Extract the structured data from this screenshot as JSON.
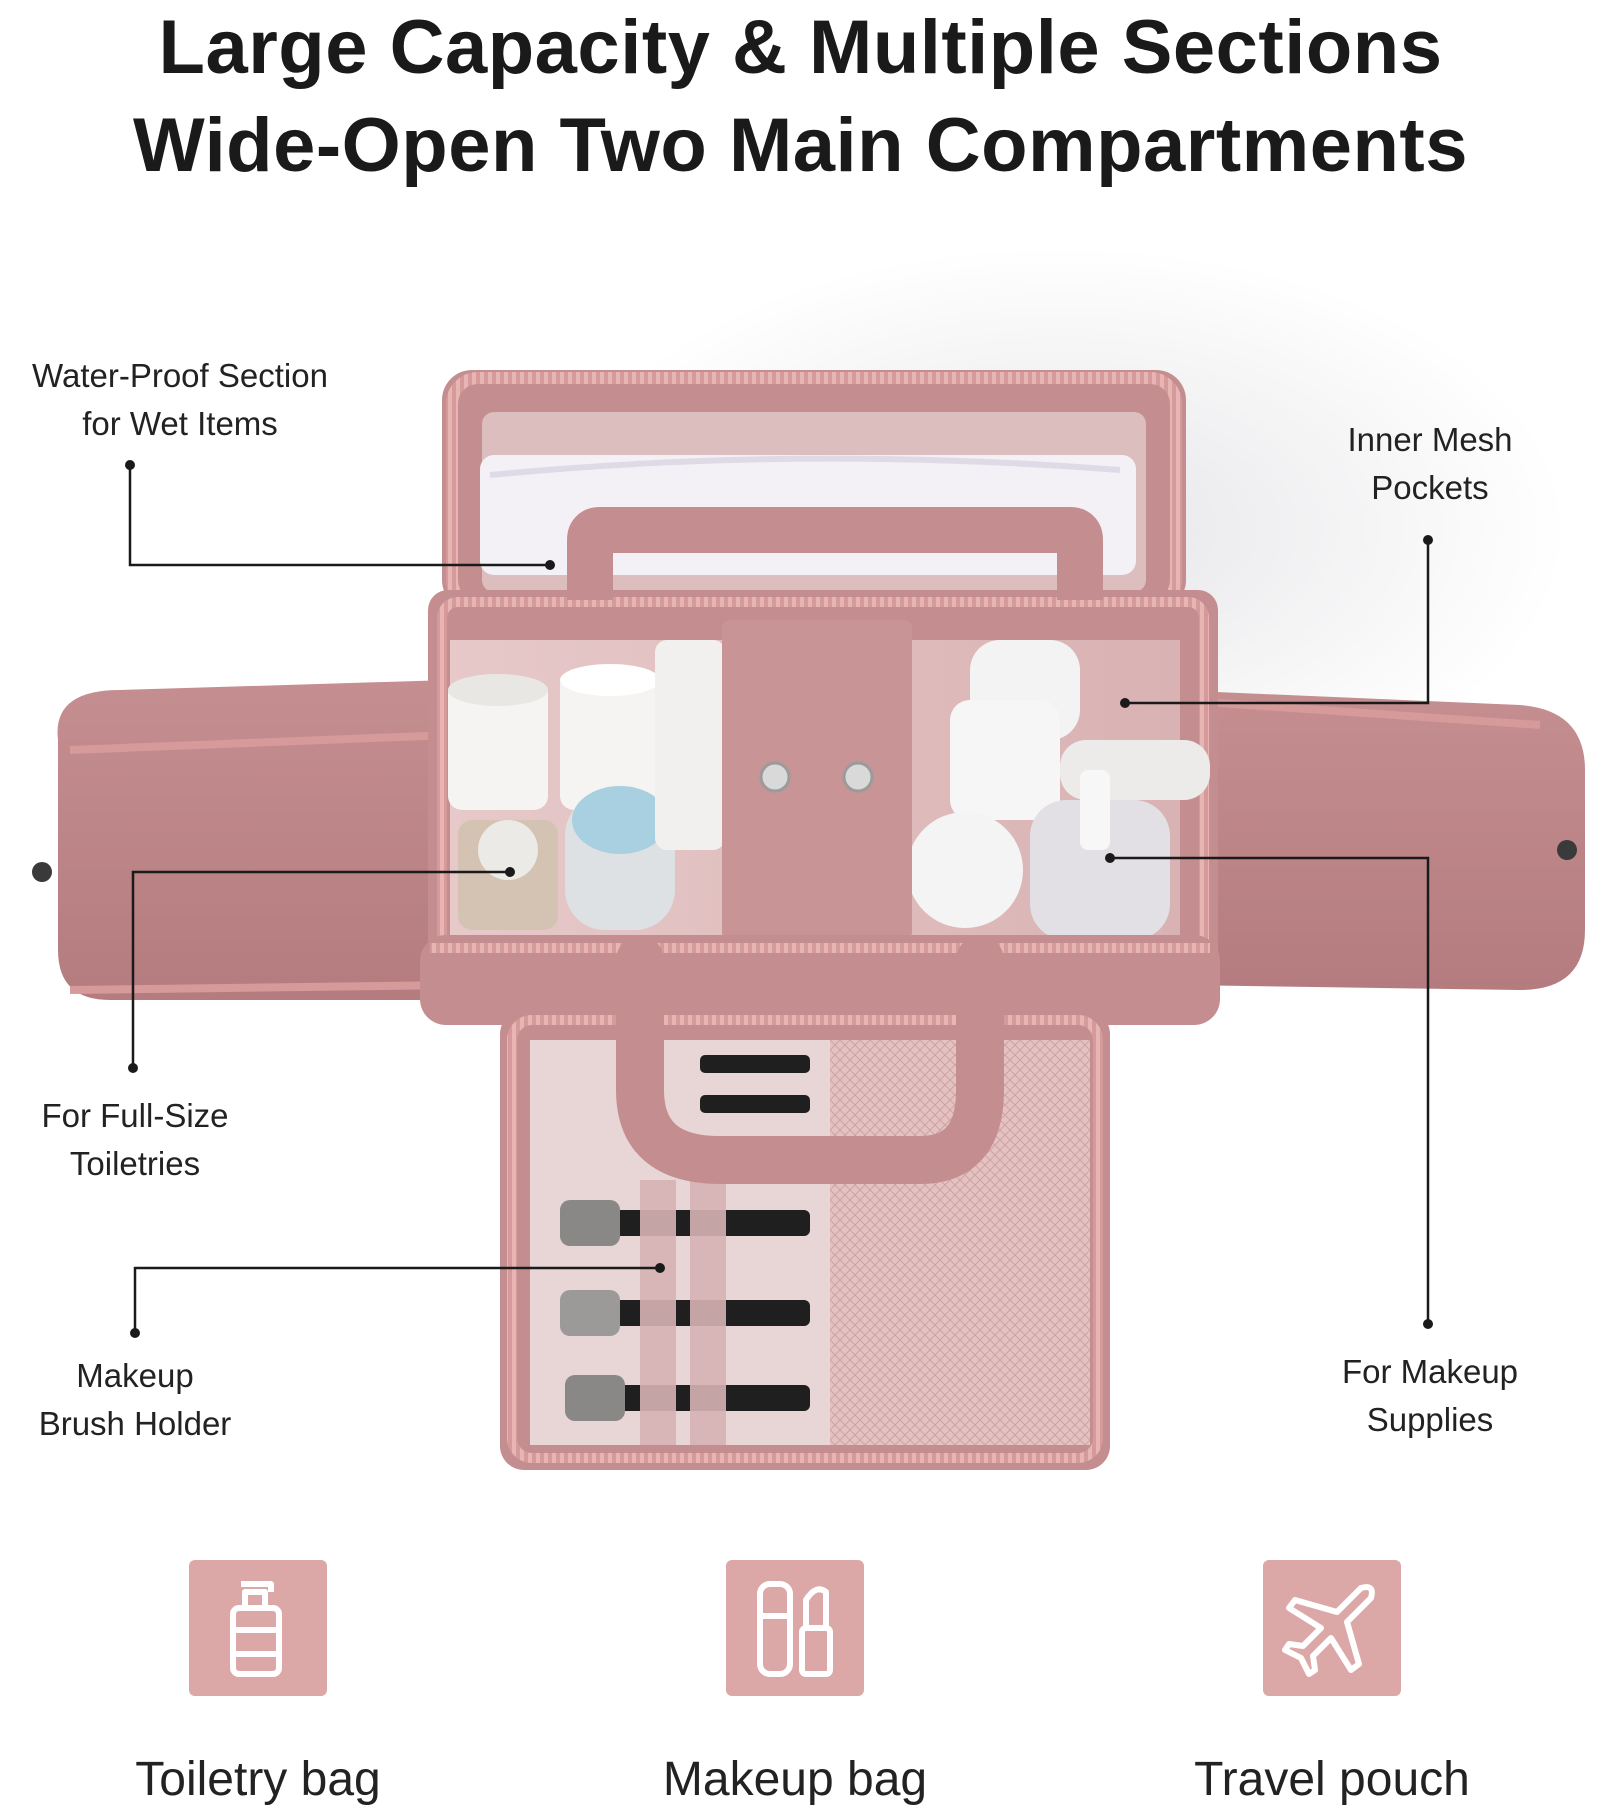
{
  "headline": {
    "line1": "Large Capacity & Multiple Sections",
    "line2": "Wide-Open Two Main Compartments"
  },
  "callouts": {
    "water_proof": [
      "Water-Proof Section",
      "for Wet Items"
    ],
    "inner_mesh": [
      "Inner Mesh",
      "Pockets"
    ],
    "full_size": [
      "For Full-Size",
      "Toiletries"
    ],
    "brush_holder": [
      "Makeup",
      "Brush Holder"
    ],
    "makeup_supplies": [
      "For Makeup",
      "Supplies"
    ]
  },
  "features": [
    {
      "label": "Toiletry bag",
      "icon": "pump-bottle-icon"
    },
    {
      "label": "Makeup bag",
      "icon": "lipstick-icon"
    },
    {
      "label": "Travel pouch",
      "icon": "airplane-icon"
    }
  ],
  "colors": {
    "tile": "#dba8a7",
    "bag_body": "#c99293",
    "bag_lining": "#e8cdcd",
    "zipper": "#d69a9a",
    "text": "#1c1c1c"
  }
}
